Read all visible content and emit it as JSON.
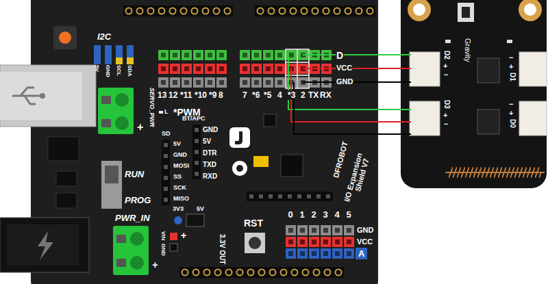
{
  "diagram": {
    "labels": [
      "I2C",
      "5V",
      "GND",
      "SCL",
      "SDA",
      "SERVO_PWR",
      "+",
      "*PWM",
      "L",
      "13",
      "12",
      "*11",
      "*10",
      "*9",
      "8",
      "7",
      "*6",
      "*5",
      "4",
      "*3",
      "2",
      "TX",
      "RX",
      "D",
      "VCC",
      "GND",
      "BT/APC",
      "GND",
      "5V",
      "DTR",
      "TXD",
      "RXD",
      "SD",
      "5V",
      "GND",
      "MOSI",
      "SS",
      "SCK",
      "MISO",
      "RUN",
      "PROG",
      "PWR_IN",
      "3V3",
      "5V",
      "RST",
      "VIN",
      "GND",
      "+",
      "3.3V OUT",
      "0",
      "1",
      "2",
      "3",
      "4",
      "5",
      "GND",
      "VCC",
      "A",
      "DFROBOT",
      "I/O Expansion",
      "Shield V7",
      "Gravity",
      "D2",
      "+",
      "−",
      "−",
      "+",
      "D1",
      "D3",
      "+",
      "−",
      "−",
      "+",
      "D0",
      "+"
    ]
  }
}
